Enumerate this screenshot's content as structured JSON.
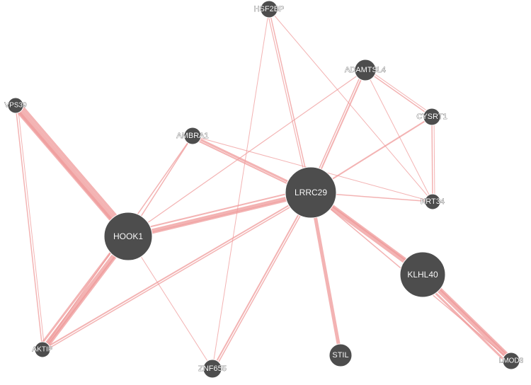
{
  "network": {
    "edge_color": "#ef9a9a",
    "node_color": "#4d4d4d",
    "label_color": "#ffffff",
    "nodes": [
      {
        "id": "LRRC29",
        "label": "LRRC29",
        "pattern": "hatched"
      },
      {
        "id": "HOOK1",
        "label": "HOOK1",
        "pattern": "solid"
      },
      {
        "id": "KLHL40",
        "label": "KLHL40",
        "pattern": "solid"
      },
      {
        "id": "HSF2BP",
        "label": "HSF2BP",
        "pattern": "solid"
      },
      {
        "id": "ADAMTSL4",
        "label": "ADAMTSL4",
        "pattern": "solid"
      },
      {
        "id": "CYSRT1",
        "label": "CYSRT1",
        "pattern": "solid"
      },
      {
        "id": "KRT34",
        "label": "KRT34",
        "pattern": "solid"
      },
      {
        "id": "AMBRA1",
        "label": "AMBRA1",
        "pattern": "solid"
      },
      {
        "id": "VPS39",
        "label": "VPS39",
        "pattern": "solid"
      },
      {
        "id": "AKTIP",
        "label": "AKTIP",
        "pattern": "solid"
      },
      {
        "id": "ZNF655",
        "label": "ZNF655",
        "pattern": "solid"
      },
      {
        "id": "STIL",
        "label": "STIL",
        "pattern": "solid"
      },
      {
        "id": "LMOD3",
        "label": "LMOD3",
        "pattern": "solid"
      }
    ],
    "edges": [
      {
        "source": "LRRC29",
        "target": "HSF2BP"
      },
      {
        "source": "LRRC29",
        "target": "HSF2BP"
      },
      {
        "source": "LRRC29",
        "target": "ADAMTSL4"
      },
      {
        "source": "LRRC29",
        "target": "ADAMTSL4"
      },
      {
        "source": "LRRC29",
        "target": "CYSRT1"
      },
      {
        "source": "LRRC29",
        "target": "KRT34"
      },
      {
        "source": "LRRC29",
        "target": "AMBRA1"
      },
      {
        "source": "LRRC29",
        "target": "AMBRA1"
      },
      {
        "source": "LRRC29",
        "target": "HOOK1"
      },
      {
        "source": "LRRC29",
        "target": "HOOK1"
      },
      {
        "source": "LRRC29",
        "target": "HOOK1"
      },
      {
        "source": "LRRC29",
        "target": "KLHL40"
      },
      {
        "source": "LRRC29",
        "target": "KLHL40"
      },
      {
        "source": "LRRC29",
        "target": "STIL"
      },
      {
        "source": "LRRC29",
        "target": "ZNF655"
      },
      {
        "source": "LRRC29",
        "target": "ZNF655"
      },
      {
        "source": "LRRC29",
        "target": "AKTIP"
      },
      {
        "source": "LRRC29",
        "target": "AKTIP"
      },
      {
        "source": "HSF2BP",
        "target": "ZNF655"
      },
      {
        "source": "HSF2BP",
        "target": "KRT34"
      },
      {
        "source": "ADAMTSL4",
        "target": "CYSRT1"
      },
      {
        "source": "ADAMTSL4",
        "target": "CYSRT1"
      },
      {
        "source": "ADAMTSL4",
        "target": "KRT34"
      },
      {
        "source": "CYSRT1",
        "target": "KRT34"
      },
      {
        "source": "CYSRT1",
        "target": "KRT34"
      },
      {
        "source": "HOOK1",
        "target": "VPS39"
      },
      {
        "source": "HOOK1",
        "target": "VPS39"
      },
      {
        "source": "HOOK1",
        "target": "VPS39"
      },
      {
        "source": "HOOK1",
        "target": "AKTIP"
      },
      {
        "source": "HOOK1",
        "target": "AKTIP"
      },
      {
        "source": "HOOK1",
        "target": "AKTIP"
      },
      {
        "source": "HOOK1",
        "target": "AMBRA1"
      },
      {
        "source": "HOOK1",
        "target": "ZNF655"
      },
      {
        "source": "HOOK1",
        "target": "ADAMTSL4"
      },
      {
        "source": "VPS39",
        "target": "AKTIP"
      },
      {
        "source": "VPS39",
        "target": "AKTIP"
      },
      {
        "source": "AMBRA1",
        "target": "AKTIP"
      },
      {
        "source": "AMBRA1",
        "target": "KRT34"
      },
      {
        "source": "KLHL40",
        "target": "LMOD3"
      },
      {
        "source": "KLHL40",
        "target": "LMOD3"
      },
      {
        "source": "KLHL40",
        "target": "LMOD3"
      },
      {
        "source": "LRRC29",
        "target": "LMOD3"
      }
    ]
  }
}
